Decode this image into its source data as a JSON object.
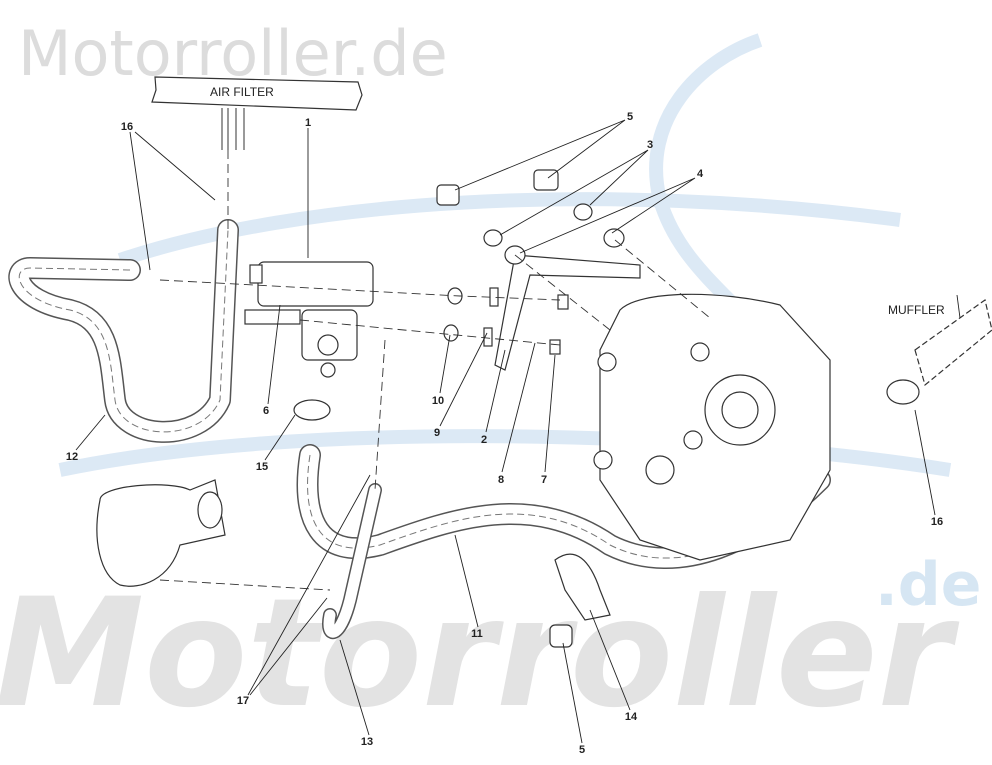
{
  "watermark": {
    "top": "Motorroller.de",
    "bottom": "Motorroller",
    "bottom_suffix": ".de",
    "logo_color": "#dce9f5"
  },
  "text_labels": {
    "air_filter": "AIR FILTER",
    "muffler": "MUFFLER"
  },
  "callouts": {
    "c1": "1",
    "c2": "2",
    "c3": "3",
    "c4": "4",
    "c5_top": "5",
    "c5_bottom": "5",
    "c6": "6",
    "c7": "7",
    "c8": "8",
    "c9": "9",
    "c10": "10",
    "c11": "11",
    "c12": "12",
    "c13": "13",
    "c14": "14",
    "c15": "15",
    "c16_left": "16",
    "c16_right": "16",
    "c17": "17"
  }
}
